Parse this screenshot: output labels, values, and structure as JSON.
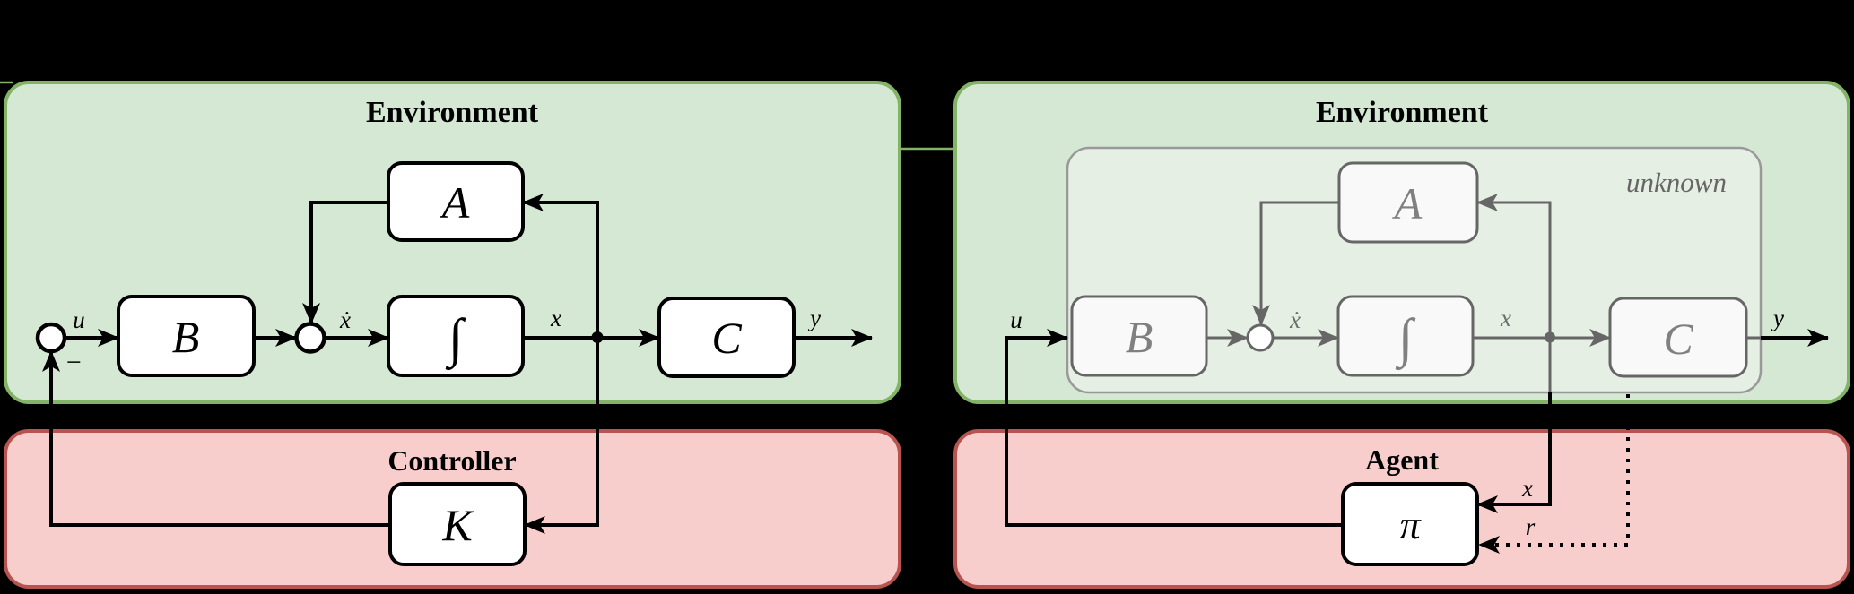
{
  "colors": {
    "background": "#000000",
    "env_fill": "#d5e8d4",
    "env_stroke": "#82b366",
    "ctrl_fill": "#f8cecc",
    "ctrl_stroke": "#b85450",
    "block_fill": "#ffffff",
    "gray_block_fill": "#f9f9f9",
    "unknown_fill": "#e6efe4",
    "unknown_stroke": "#999999",
    "gray": "#666666",
    "line_black": "#000000"
  },
  "left": {
    "environment_title": "Environment",
    "controller_title": "Controller",
    "block_a": "A",
    "block_b": "B",
    "block_integrator": "∫",
    "block_c": "C",
    "block_k": "K",
    "label_u": "u",
    "label_xdot": "ẋ",
    "label_x": "x",
    "label_y": "y",
    "label_minus": "−"
  },
  "right": {
    "environment_title": "Environment",
    "agent_title": "Agent",
    "unknown_label": "unknown",
    "block_a": "A",
    "block_b": "B",
    "block_integrator": "∫",
    "block_c": "C",
    "block_pi": "π",
    "label_u": "u",
    "label_xdot": "ẋ",
    "label_x": "x",
    "label_y": "y",
    "label_x_feedback": "x",
    "label_r": "r"
  }
}
